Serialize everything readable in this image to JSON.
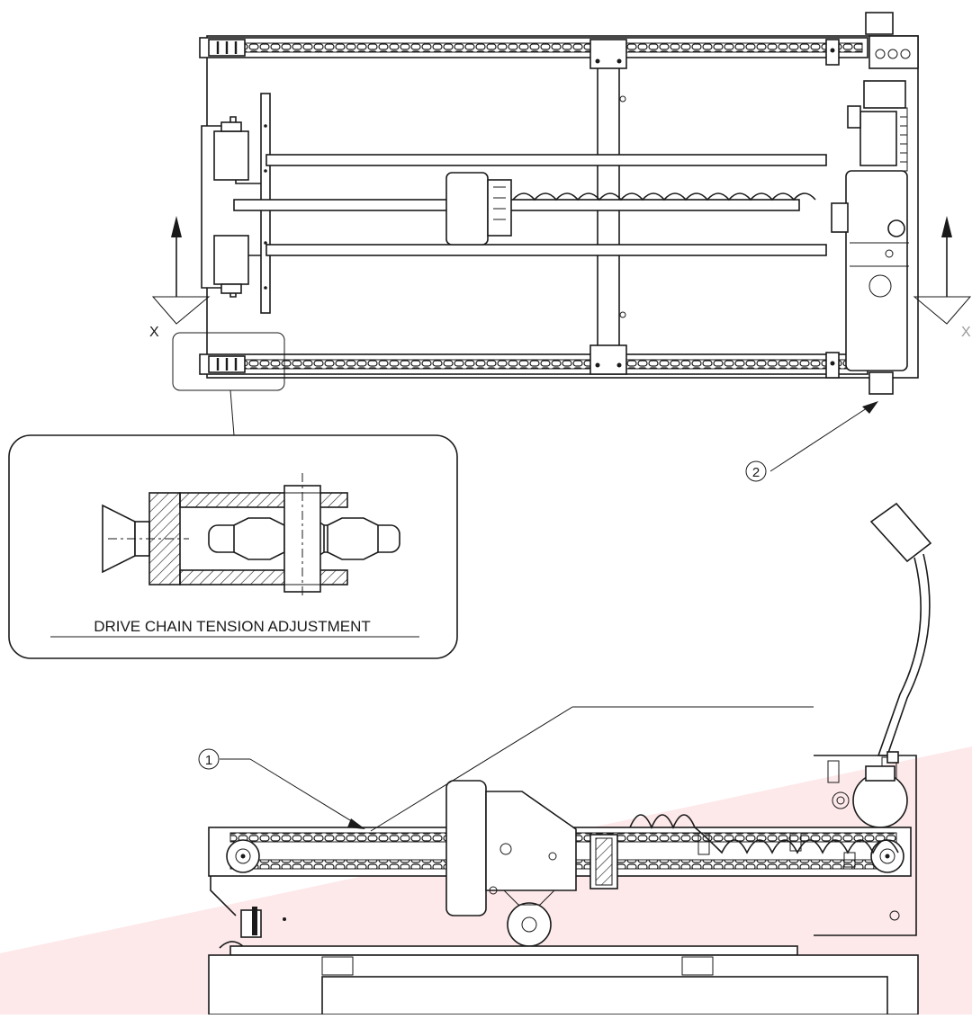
{
  "diagram": {
    "section_marker_left": "X",
    "section_marker_right": "X",
    "detail_caption": "DRIVE CHAIN TENSION ADJUSTMENT",
    "callouts": [
      {
        "id": "callout-2",
        "label": "2"
      },
      {
        "id": "callout-1",
        "label": "1"
      }
    ],
    "colors": {
      "line": "#1a1a1a",
      "background": "#ffffff",
      "accent_band": "#fde8ea"
    }
  }
}
